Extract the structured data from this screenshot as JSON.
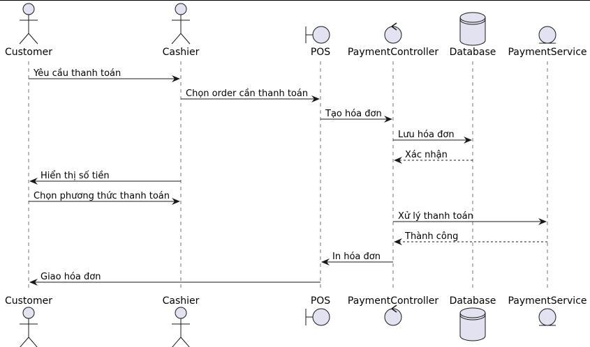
{
  "participants": [
    {
      "id": "customer",
      "name": "Customer",
      "kind": "actor"
    },
    {
      "id": "cashier",
      "name": "Cashier",
      "kind": "actor"
    },
    {
      "id": "pos",
      "name": "POS",
      "kind": "boundary"
    },
    {
      "id": "payment_controller",
      "name": "PaymentController",
      "kind": "control"
    },
    {
      "id": "database",
      "name": "Database",
      "kind": "database"
    },
    {
      "id": "payment_service",
      "name": "PaymentService",
      "kind": "entity"
    }
  ],
  "messages": [
    {
      "from": "customer",
      "to": "cashier",
      "text": "Yêu cầu thanh toán",
      "style": "solid"
    },
    {
      "from": "cashier",
      "to": "pos",
      "text": "Chọn order cần thanh toán",
      "style": "solid"
    },
    {
      "from": "pos",
      "to": "payment_controller",
      "text": "Tạo hóa đơn",
      "style": "solid"
    },
    {
      "from": "payment_controller",
      "to": "database",
      "text": "Lưu hóa đơn",
      "style": "solid"
    },
    {
      "from": "database",
      "to": "payment_controller",
      "text": "Xác nhận",
      "style": "dashed"
    },
    {
      "from": "cashier",
      "to": "customer",
      "text": "Hiển thị số tiền",
      "style": "solid"
    },
    {
      "from": "customer",
      "to": "cashier",
      "text": "Chọn phương thức thanh toán",
      "style": "solid"
    },
    {
      "from": "payment_controller",
      "to": "payment_service",
      "text": "Xử lý thanh toán",
      "style": "solid"
    },
    {
      "from": "payment_service",
      "to": "payment_controller",
      "text": "Thành công",
      "style": "dashed"
    },
    {
      "from": "payment_controller",
      "to": "pos",
      "text": "In hóa đơn",
      "style": "solid"
    },
    {
      "from": "pos",
      "to": "customer",
      "text": "Giao hóa đơn",
      "style": "solid"
    }
  ],
  "colors": {
    "shape_fill": "#E2E2F0",
    "line": "#181818"
  }
}
